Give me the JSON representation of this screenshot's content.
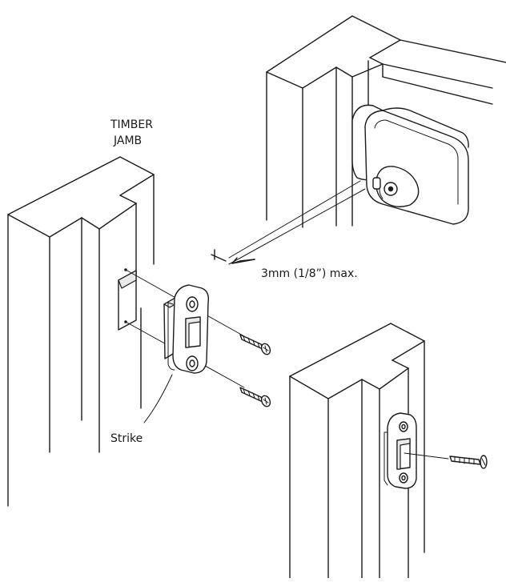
{
  "labels": {
    "jamb_line1": "TIMBER",
    "jamb_line2": "JAMB",
    "gap": "3mm (1/8”) max.",
    "strike": "Strike"
  },
  "colors": {
    "line": "#1a1a1a",
    "background": "#ffffff",
    "shade": "#e9e9e9"
  }
}
